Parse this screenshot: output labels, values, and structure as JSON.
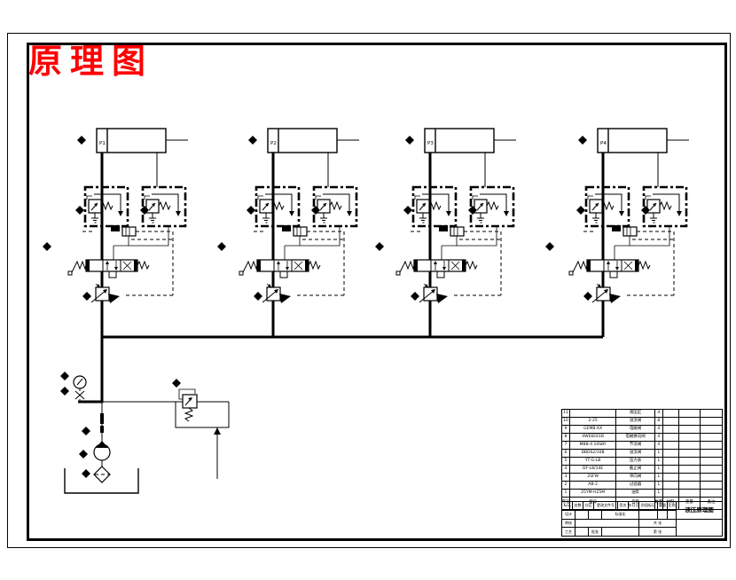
{
  "title": "原理图",
  "colors": {
    "accent": "#ff0000",
    "line": "#000000",
    "background": "#ffffff"
  },
  "stations": [
    {
      "label": "P1"
    },
    {
      "label": "P2"
    },
    {
      "label": "P3"
    },
    {
      "label": "P4"
    }
  ],
  "parts_list": {
    "headers": {
      "no": "序号",
      "model": "型号",
      "name": "名称",
      "qty": "数量",
      "material": "材料",
      "weight": "重量",
      "remark": "备注"
    },
    "rows": [
      {
        "no": "11",
        "model": "",
        "name": "液压缸",
        "qty": "4"
      },
      {
        "no": "10",
        "model": "2-25",
        "name": "溢流阀",
        "qty": "8"
      },
      {
        "no": "9",
        "model": "GEMB-XX",
        "name": "电磁阀",
        "qty": "4"
      },
      {
        "no": "8",
        "model": "4WE6E61B",
        "name": "电磁换向阀",
        "qty": "4"
      },
      {
        "no": "7",
        "model": "MBB-4 10SBY",
        "name": "节流阀",
        "qty": "4"
      },
      {
        "no": "6",
        "model": "DBDS2/10B",
        "name": "溢流阀",
        "qty": "1"
      },
      {
        "no": "5",
        "model": "YT-G-LB",
        "name": "压力表",
        "qty": "1"
      },
      {
        "no": "4",
        "model": "DF-L8/14E",
        "name": "截止阀",
        "qty": "1"
      },
      {
        "no": "3",
        "model": "2SFW",
        "name": "单向阀",
        "qty": "1"
      },
      {
        "no": "2",
        "model": "AB-2",
        "name": "过滤器",
        "qty": "1"
      },
      {
        "no": "1",
        "model": "25YM-H25M",
        "name": "油泵",
        "qty": "1"
      }
    ]
  },
  "title_block": {
    "drawing_title": "液压原理图",
    "row1": [
      "标记",
      "处数",
      "分区",
      "更改文件号",
      "签名",
      "年月日"
    ],
    "design": "设计",
    "standardize": "标准化",
    "review": "审核",
    "process": "工艺",
    "approve": "批准",
    "stage": "阶段标记",
    "weight": "重量",
    "scale": "比例",
    "sheets": "共 张",
    "sheet_no": "第 张"
  }
}
